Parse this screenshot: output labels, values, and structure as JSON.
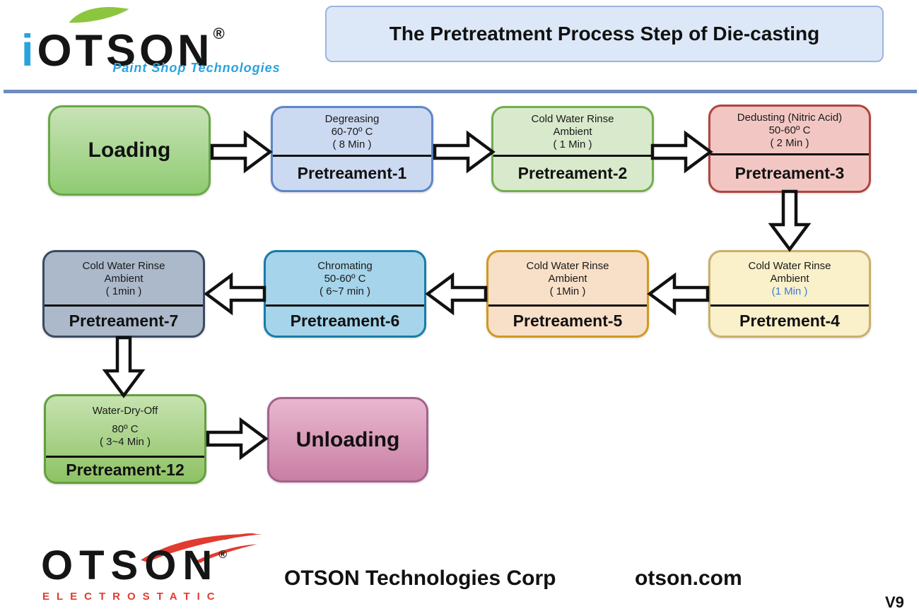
{
  "brand_top": {
    "i": "i",
    "name": "OTSON",
    "registered": "®",
    "tagline": "Paint Shop Technologies",
    "blue": "#29a3dd",
    "leaf_green": "#8cc63f"
  },
  "header": {
    "title": "The Pretreatment Process Step of Die-casting",
    "title_fill": "#dce8f8",
    "title_border": "#9fb4dc",
    "divider_color": "#6e8cbe"
  },
  "flow": {
    "loading": {
      "label": "Loading",
      "fill_top": "#c8e3b6",
      "fill_bottom": "#8fcb72",
      "border": "#69a847"
    },
    "unloading": {
      "label": "Unloading",
      "fill_top": "#e9b7cf",
      "fill_bottom": "#c97fa4",
      "border": "#a3628b"
    },
    "steps": [
      {
        "process": "Degreasing",
        "condition": "60-70º C",
        "duration": "( 8 Min )",
        "label": "Pretreament-1",
        "fill": "#ccdaf1",
        "border": "#5e86c8"
      },
      {
        "process": "Cold Water Rinse",
        "condition": "Ambient",
        "duration": "( 1 Min )",
        "label": "Pretreament-2",
        "fill": "#d9eacc",
        "border": "#72ae4d"
      },
      {
        "process": "Dedusting (Nitric Acid)",
        "condition": "50-60º C",
        "duration": "( 2 Min )",
        "label": "Pretreament-3",
        "fill": "#f2c7c3",
        "border": "#b0453f"
      },
      {
        "process": "Cold Water Rinse",
        "condition": "Ambient",
        "duration": "(1 Min )",
        "duration_color": "#3a7bd5",
        "label": "Pretrement-4",
        "fill": "#faf0ca",
        "border": "#c8b169"
      },
      {
        "process": "Cold Water Rinse",
        "condition": "Ambient",
        "duration": "( 1Min )",
        "label": "Pretreament-5",
        "fill": "#f8dfc7",
        "border": "#d0991f"
      },
      {
        "process": "Chromating",
        "condition": "50-60º C",
        "duration": "( 6~7 min )",
        "label": "Pretreament-6",
        "fill": "#a6d4ea",
        "border": "#177ca9"
      },
      {
        "process": "Cold Water Rinse",
        "condition": "Ambient",
        "duration": "( 1min )",
        "label": "Pretreament-7",
        "fill": "#acb9cb",
        "border": "#3a4b61"
      },
      {
        "process": "Water-Dry-Off",
        "condition": "80º C",
        "duration": "( 3~4 Min )",
        "label": "Pretreament-12",
        "fill_top": "#c6e3b0",
        "fill_bottom": "#8ec264",
        "border": "#62a03d"
      }
    ]
  },
  "footer": {
    "brand": "OTSON",
    "registered": "®",
    "brand_sub": "ELECTROSTATIC",
    "company": "OTSON Technologies Corp",
    "website": "otson.com",
    "version": "V9",
    "red": "#e23b30"
  }
}
